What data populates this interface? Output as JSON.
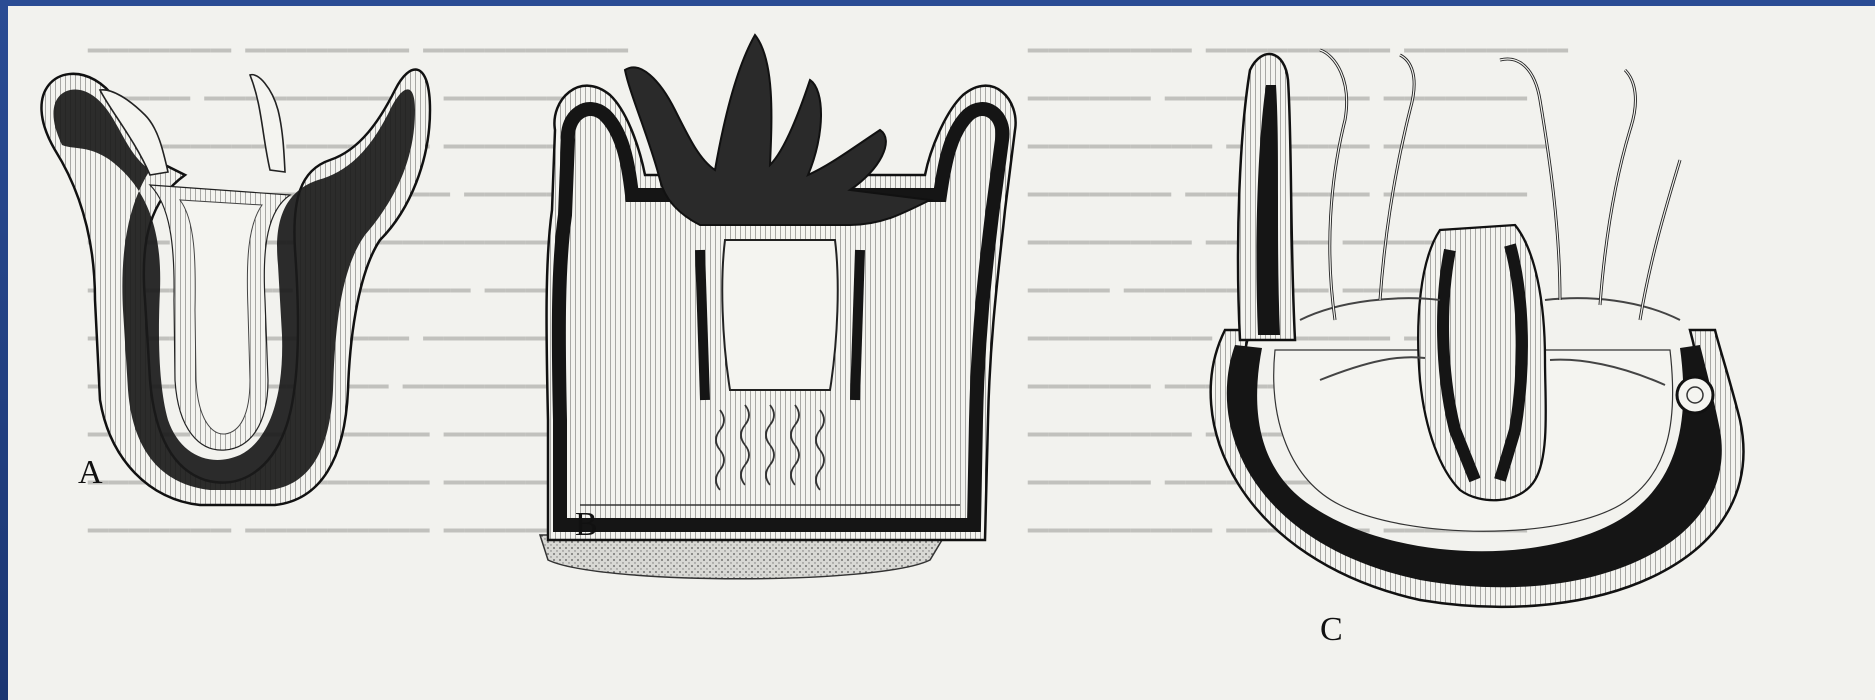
{
  "figure": {
    "panels": [
      {
        "label": "A",
        "subject": "polyp-type body, mouth facing up, two tentacles"
      },
      {
        "label": "B",
        "subject": "polyp with many tentacles and internal mesenteries"
      },
      {
        "label": "C",
        "subject": "medusa-type body, bell facing up, tentacles and manubrium"
      }
    ],
    "colors": {
      "background": "#1f3a7a",
      "paper": "#f2f2ee",
      "ink": "#111111",
      "mesoglea": "#1a1a1a",
      "stipple": "#555555"
    }
  }
}
